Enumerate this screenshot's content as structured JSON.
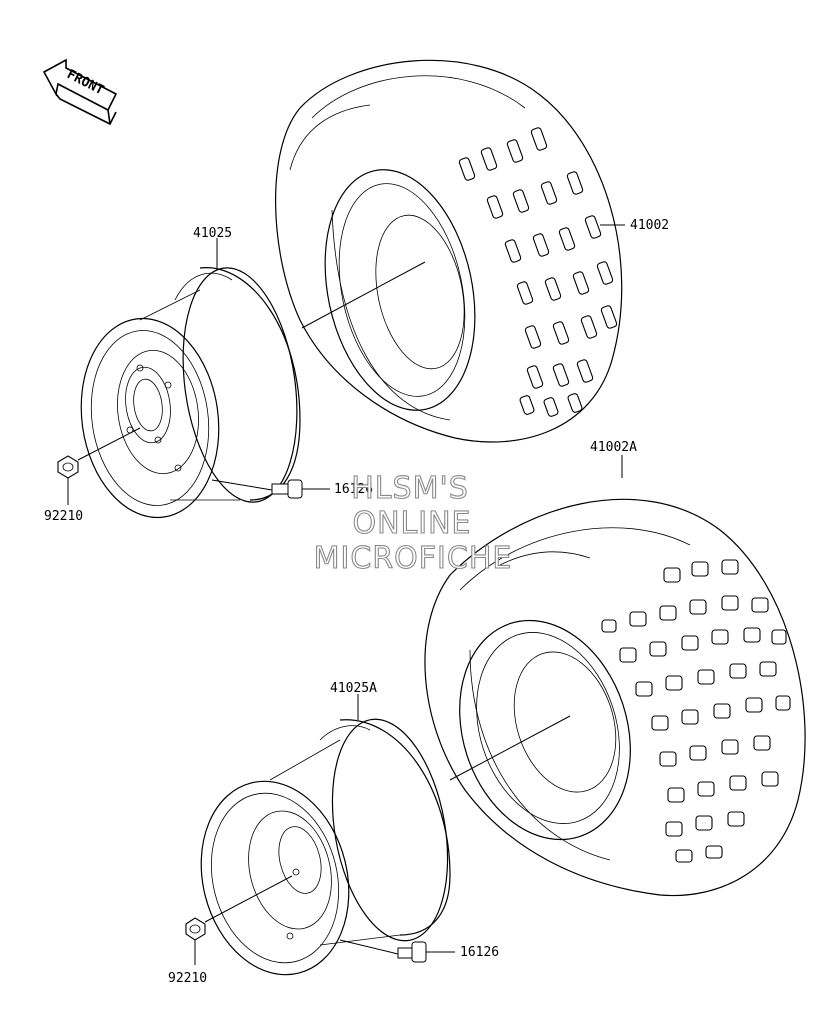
{
  "front_label": "FRONT",
  "parts": {
    "rear_tire": "41002",
    "front_tire": "41002A",
    "rear_wheel": "41025",
    "front_wheel": "41025A",
    "valve_upper": "16126",
    "valve_lower": "16126",
    "nut_upper": "92210",
    "nut_lower": "92210"
  },
  "watermark": {
    "line1": "HLSM'S",
    "line2": "ONLINE",
    "line3": "MICROFICHE"
  },
  "colors": {
    "ink": "#000000",
    "watermark_outline": "#8a8a8a",
    "background": "#ffffff"
  }
}
